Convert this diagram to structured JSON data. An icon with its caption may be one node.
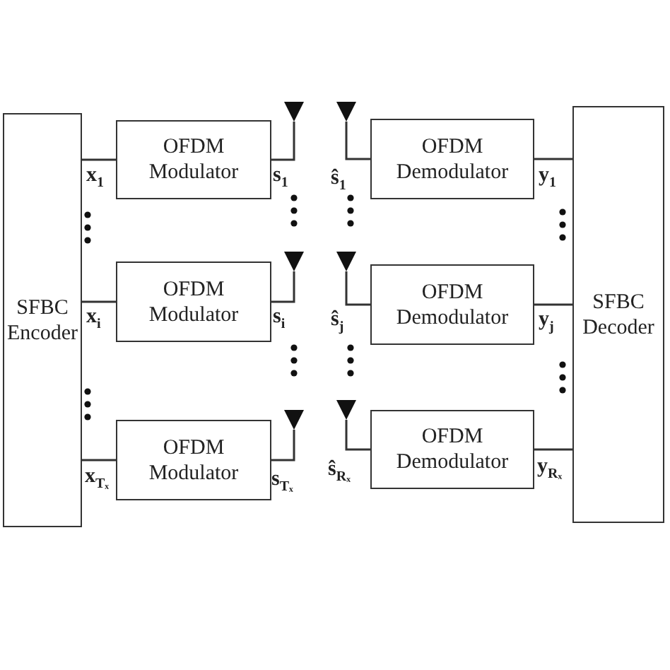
{
  "diagram": {
    "nodes": [
      {
        "text": [
          "SFBC Encoder"
        ]
      },
      {
        "text": [
          "OFDM Modulator"
        ]
      },
      {
        "text": [
          "OFDM Modulator"
        ]
      },
      {
        "text": [
          "OFDM Modulator"
        ]
      },
      {
        "text": [],
        "shape": "triangle"
      },
      {
        "text": [],
        "shape": "triangle"
      },
      {
        "text": [],
        "shape": "triangle"
      },
      {
        "text": [],
        "shape": "triangle"
      },
      {
        "text": [],
        "shape": "triangle"
      },
      {
        "text": [],
        "shape": "triangle"
      },
      {
        "text": [
          "OFDM Demodulator"
        ]
      },
      {
        "text": [
          "OFDM Demodulator"
        ]
      },
      {
        "text": [
          "OFDM Demodulator"
        ]
      },
      {
        "text": [
          "SFBC Decoder"
        ]
      }
    ],
    "edges": [
      {
        "from": 0,
        "to": 1,
        "arrow": "none",
        "label": "x$_{1}$"
      },
      {
        "from": 0,
        "to": 2,
        "arrow": "none",
        "label": "x$_{i}$"
      },
      {
        "from": 0,
        "to": 3,
        "arrow": "none",
        "label": "x$_{Tₓ}$"
      },
      {
        "from": 1,
        "to": 4,
        "arrow": "none",
        "label": "s$_{1}$"
      },
      {
        "from": 2,
        "to": 5,
        "arrow": "none",
        "label": "s$_{i}$"
      },
      {
        "from": 3,
        "to": 6,
        "arrow": "none",
        "label": "s$_{Tₓ}$"
      },
      {
        "from": 7,
        "to": 10,
        "arrow": "none",
        "label": "ŝ$_{1}$"
      },
      {
        "from": 8,
        "to": 11,
        "arrow": "none",
        "label": "ŝ$_{j}$"
      },
      {
        "from": 9,
        "to": 12,
        "arrow": "none",
        "label": "ŝ$_{Rₓ}$"
      },
      {
        "from": 10,
        "to": 13,
        "arrow": "none",
        "label": "y$_{1}$"
      },
      {
        "from": 11,
        "to": 13,
        "arrow": "none",
        "label": "y$_{j}$"
      },
      {
        "from": 12,
        "to": 13,
        "arrow": "none",
        "label": "y$_{Rₓ}$"
      }
    ]
  }
}
